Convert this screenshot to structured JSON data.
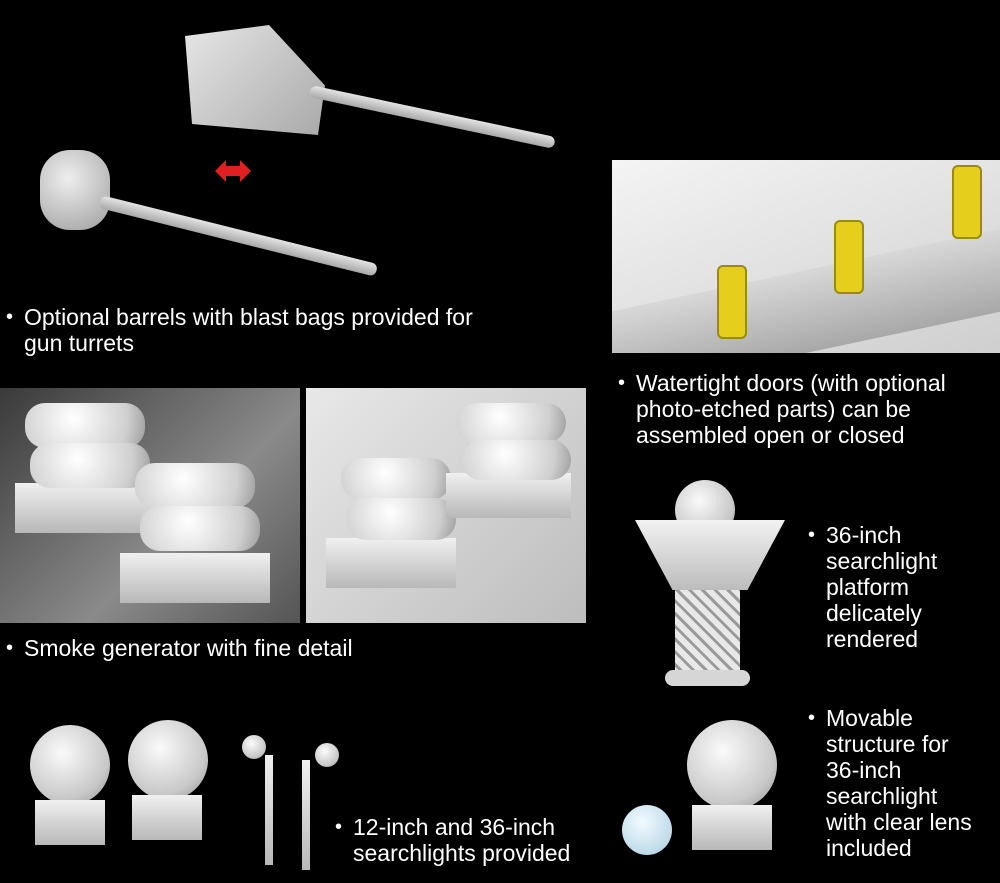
{
  "features": [
    {
      "bullet": "•",
      "lines": [
        "Optional barrels with blast bags provided for",
        "gun turrets"
      ]
    },
    {
      "bullet": "•",
      "lines": [
        "Watertight doors (with optional",
        "photo-etched parts) can be",
        "assembled open or closed"
      ]
    },
    {
      "bullet": "•",
      "lines": [
        "Smoke generator with fine detail"
      ]
    },
    {
      "bullet": "•",
      "lines": [
        "36-inch",
        "searchlight",
        "platform",
        "delicately",
        "rendered"
      ]
    },
    {
      "bullet": "•",
      "lines": [
        "Movable",
        "structure for",
        "36-inch",
        "searchlight",
        "with clear lens",
        "included"
      ]
    },
    {
      "bullet": "•",
      "lines": [
        "12-inch and 36-inch",
        "searchlights provided"
      ]
    }
  ],
  "colors": {
    "background": "#000000",
    "arrow": "#e02020",
    "door": "#e5cf1c",
    "part": "#d0d0d0"
  },
  "icons": {
    "swap": "double-arrow-icon"
  }
}
